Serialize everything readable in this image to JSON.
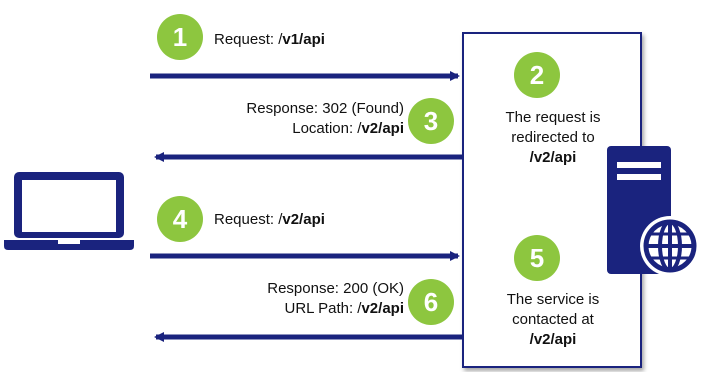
{
  "steps": {
    "s1": "1",
    "s2": "2",
    "s3": "3",
    "s4": "4",
    "s5": "5",
    "s6": "6"
  },
  "labels": {
    "request1_prefix": "Request: /",
    "request1_path": "v1/api",
    "response1_line1": "Response: 302 (Found)",
    "response1_line2_prefix": "Location: /",
    "response1_line2_path": "v2/api",
    "redirect_line1": "The request is",
    "redirect_line2": "redirected to",
    "redirect_line3_prefix": "/",
    "redirect_line3_path": "v2/api",
    "request2_prefix": "Request: /",
    "request2_path": "v2/api",
    "response2_line1": "Response: 200 (OK)",
    "response2_line2_prefix": "URL Path: /",
    "response2_line2_path": "v2/api",
    "service_line1": "The service is",
    "service_line2": "contacted at",
    "service_line3_prefix": "/",
    "service_line3_path": "v2/api"
  },
  "icons": {
    "client": "laptop-icon",
    "server": "server-icon",
    "web": "globe-icon"
  },
  "colors": {
    "arrow": "#1a237e",
    "step": "#8dc63f",
    "icon": "#1a237e"
  }
}
